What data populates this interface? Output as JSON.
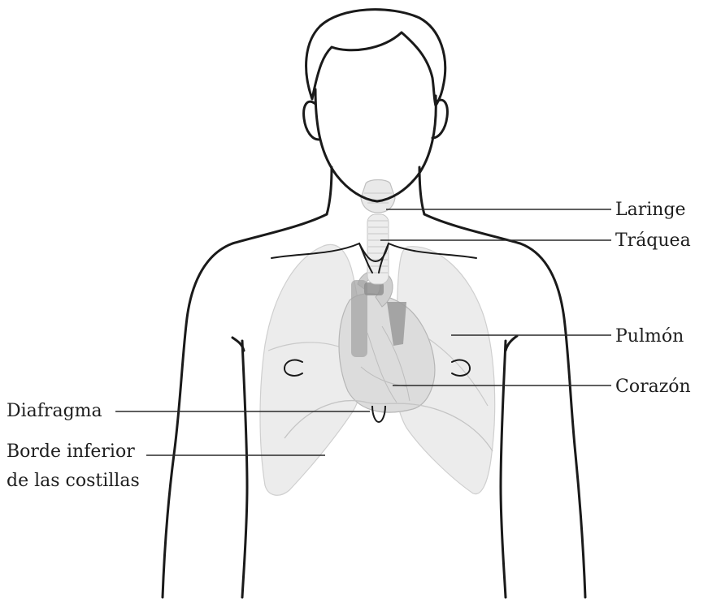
{
  "labels": {
    "laringe": "Laringe",
    "traquea": "Tráquea",
    "pulmon": "Pulmón",
    "corazon": "Corazón",
    "diafragma": "Diafragma",
    "borde_line1": "Borde inferior",
    "borde_line2": "de las costillas"
  },
  "colors": {
    "outline": "#1a1a1a",
    "organ_fill": "#e6e6e6",
    "organ_stroke": "#c8c8c8",
    "vessel_dark": "#9a9a9a",
    "leader_line": "#2a2a2a",
    "background": "#ffffff"
  }
}
